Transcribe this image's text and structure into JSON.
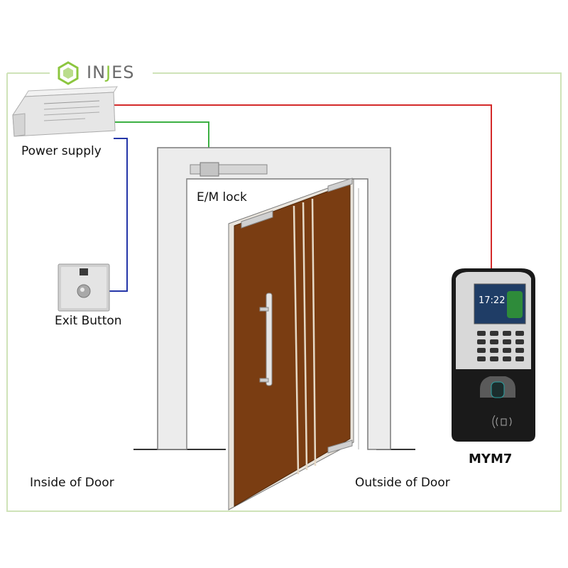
{
  "brand": {
    "pre": "IN",
    "accent": "J",
    "post": "ES"
  },
  "labels": {
    "power_supply": "Power supply",
    "em_lock": "E/M lock",
    "exit_button": "Exit Button",
    "device_model": "MYM7",
    "inside": "Inside of Door",
    "outside": "Outside of Door"
  },
  "device_screen": {
    "time": "17:22"
  },
  "colors": {
    "frame": "#cfe3b8",
    "wire_red": "#d42a2a",
    "wire_green": "#3cb043",
    "wire_blue": "#2436a8",
    "door": "#7a3d12",
    "brand_green": "#8cc63f"
  }
}
